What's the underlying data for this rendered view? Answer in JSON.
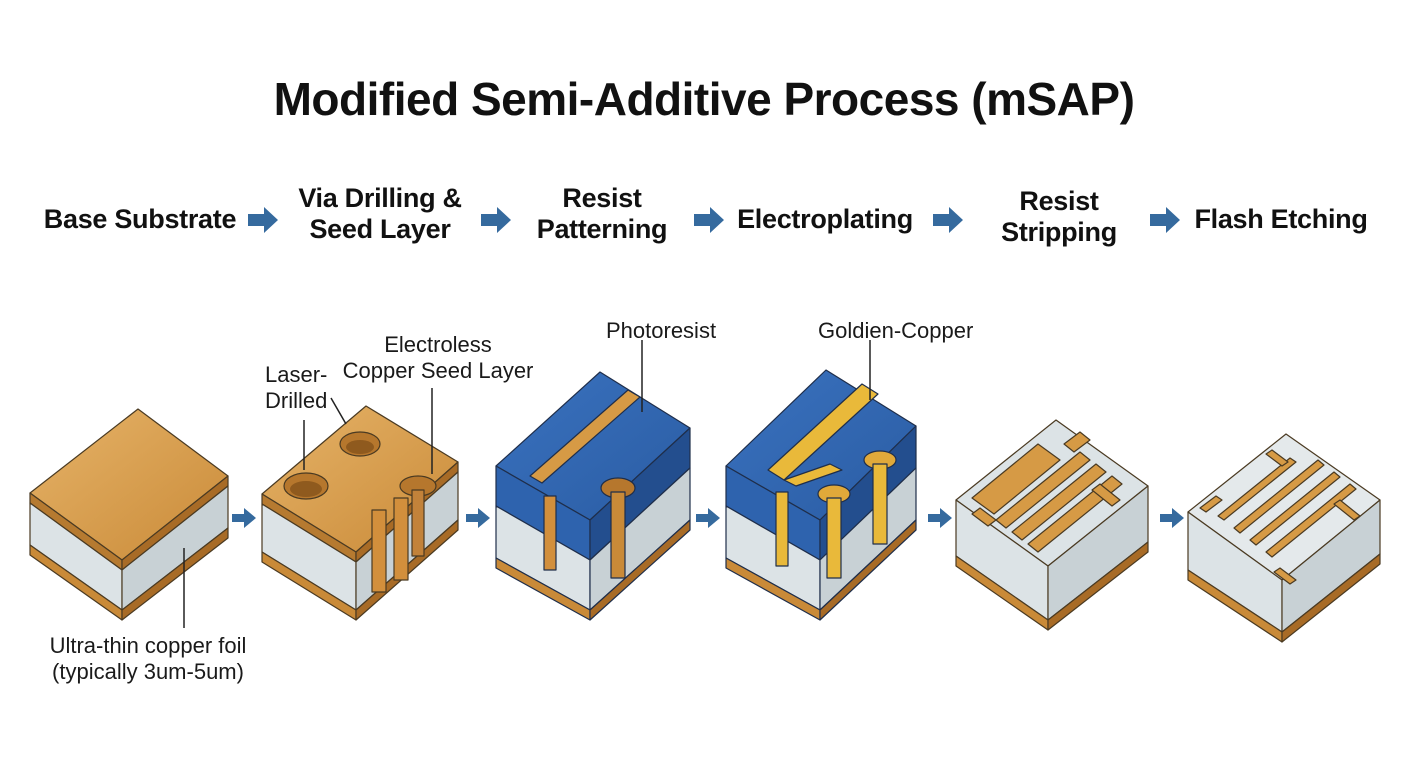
{
  "title": "Modified Semi-Additive Process (mSAP)",
  "steps": [
    {
      "label": "Base Substrate"
    },
    {
      "label": "Via Drilling &\nSeed Layer"
    },
    {
      "label": "Resist\nPatterning"
    },
    {
      "label": "Electroplating"
    },
    {
      "label": "Resist\nStripping"
    },
    {
      "label": "Flash Etching"
    }
  ],
  "callouts": {
    "foil": "Ultra-thin copper foil\n(typically 3um-5um)",
    "laser": "Laser-\nDrilled",
    "seed": "Electroless\nCopper Seed Layer",
    "photoresist": "Photoresist",
    "copper": "Goldien-Copper"
  },
  "colors": {
    "copper": "#D69A45",
    "copper_light": "#E8B867",
    "copper_dark": "#A86B26",
    "substrate": "#DCE3E6",
    "substrate_dark": "#C5CED2",
    "resist": "#2E63AE",
    "resist_dark": "#234E8E",
    "arrow": "#356A9E",
    "gold": "#E9B93A"
  },
  "icons": {
    "arrow": "arrow-right-icon"
  }
}
